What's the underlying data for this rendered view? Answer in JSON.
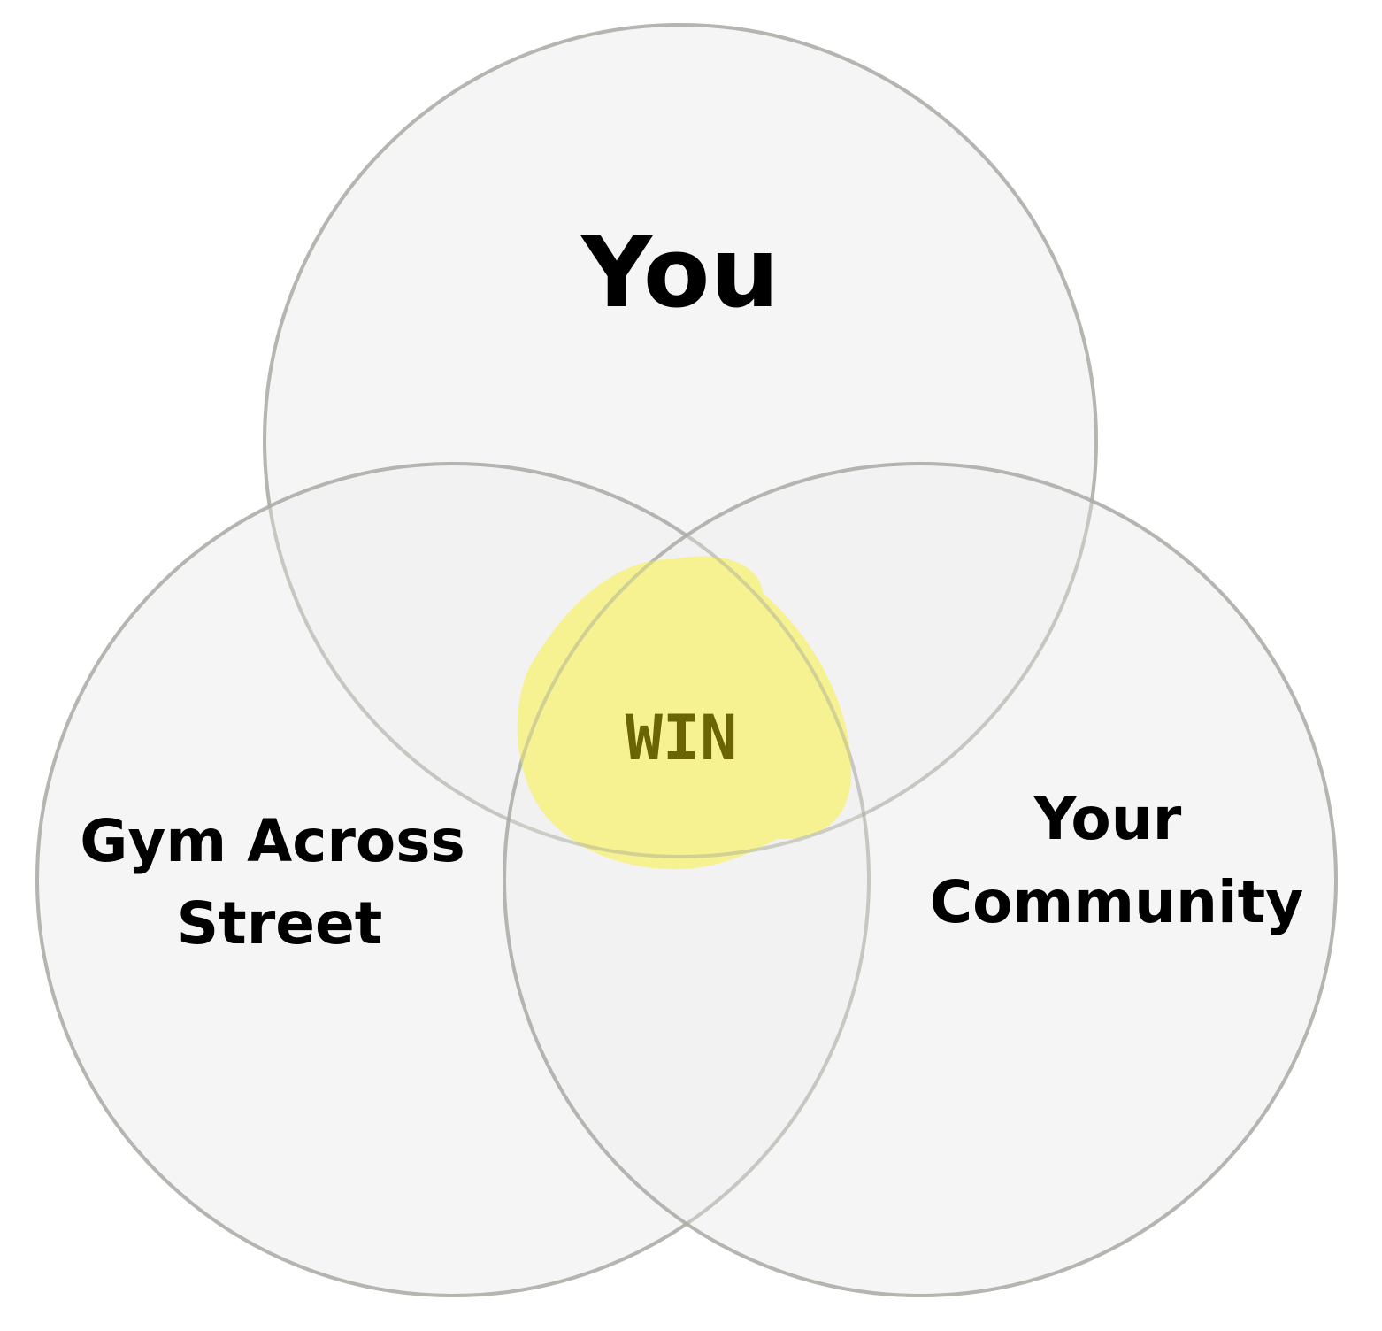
{
  "diagram": {
    "type": "venn",
    "sets": [
      {
        "id": "you",
        "label_lines": [
          "You"
        ]
      },
      {
        "id": "gym",
        "label_lines": [
          "Gym Across",
          "Street"
        ]
      },
      {
        "id": "community",
        "label_lines": [
          "Your",
          "Community"
        ]
      }
    ],
    "intersection_label": "WIN"
  },
  "colors": {
    "circle_fill": "#f0f0f0",
    "circle_stroke": "#b6b8be",
    "highlight_fill": "#f5f18b",
    "win_text": "#6b6404",
    "label_text": "#000000"
  }
}
